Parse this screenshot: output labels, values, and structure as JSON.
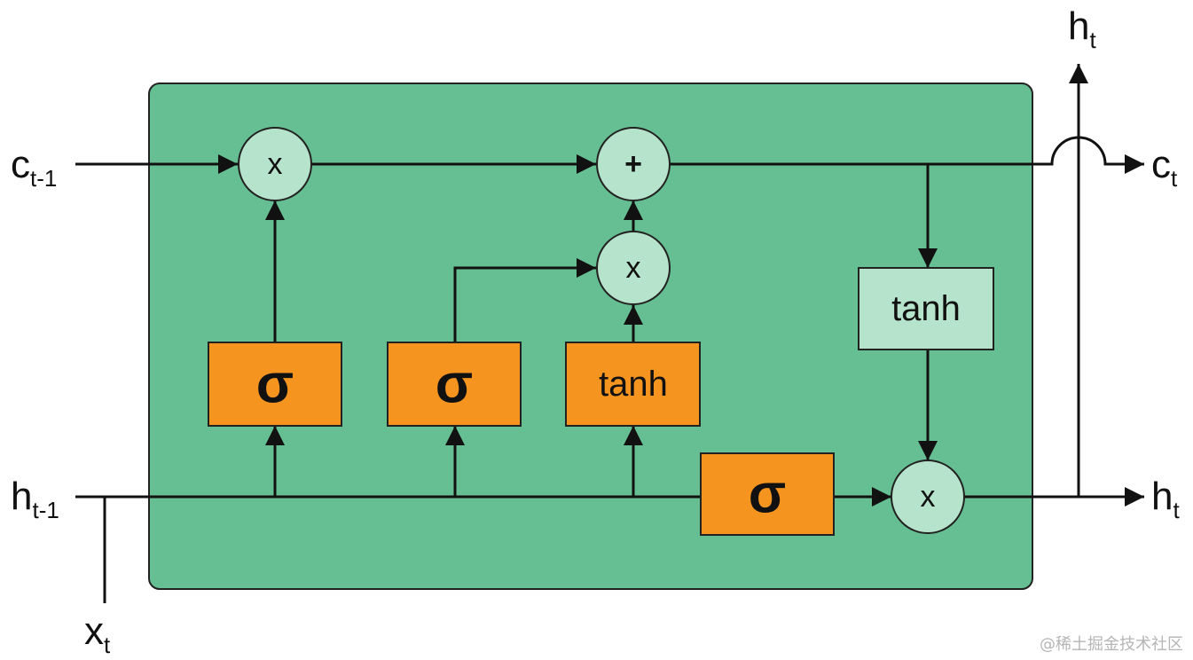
{
  "labels": {
    "c_prev": {
      "base": "c",
      "sub": "t-1"
    },
    "h_prev": {
      "base": "h",
      "sub": "t-1"
    },
    "x_t": {
      "base": "x",
      "sub": "t"
    },
    "c_t": {
      "base": "c",
      "sub": "t"
    },
    "h_t_right": {
      "base": "h",
      "sub": "t"
    },
    "h_t_top": {
      "base": "h",
      "sub": "t"
    }
  },
  "ops": {
    "forget_mult": "x",
    "cell_add": "+",
    "input_mult": "x",
    "output_mult": "x"
  },
  "gates": {
    "forget_gate": "σ",
    "input_gate": "σ",
    "candidate_layer": "tanh",
    "output_gate": "σ",
    "cell_tanh": "tanh"
  },
  "colors": {
    "cell_bg": "#66bf92",
    "gate_fill": "#f5941f",
    "op_fill": "#b6e3cb",
    "tanh_box_fill": "#b6e3cb",
    "line": "#111111"
  },
  "watermark": "@稀土掘金技术社区"
}
